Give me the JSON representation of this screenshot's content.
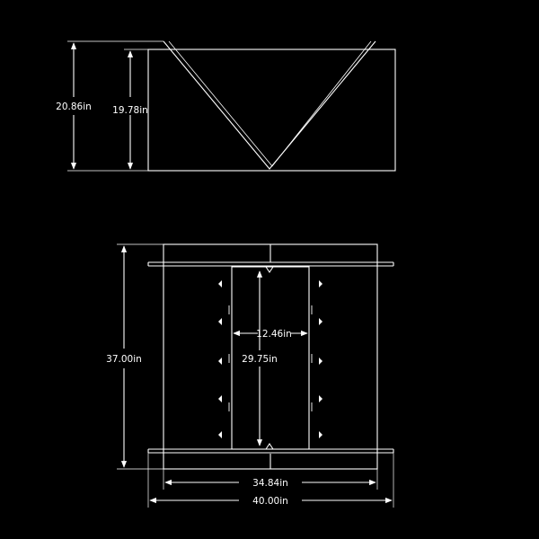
{
  "drawing": {
    "line_color": "#ffffff",
    "background": "#000000",
    "side_view": {
      "overall_height": "20.86in",
      "inner_height": "19.78in"
    },
    "top_view": {
      "overall_depth": "37.00in",
      "inner_width": "12.46in",
      "inner_length": "29.75in",
      "inner_span": "34.84in",
      "overall_width": "40.00in"
    }
  }
}
